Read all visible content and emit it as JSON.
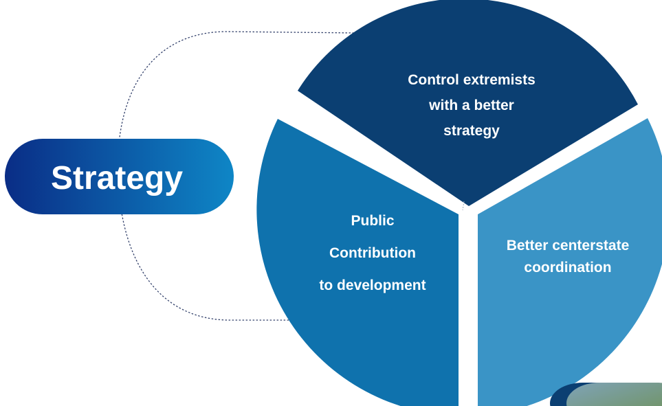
{
  "title_pill": {
    "label": "Strategy"
  },
  "segments": [
    {
      "id": "top",
      "lines": [
        "Control extremists",
        "with a better",
        "strategy"
      ],
      "color": "#0b3f72"
    },
    {
      "id": "left",
      "lines": [
        "Public",
        "Contribution",
        "to development"
      ],
      "color": "#0f72ad"
    },
    {
      "id": "right",
      "lines": [
        "Better centerstate",
        "coordination"
      ],
      "color": "#3a94c6"
    }
  ],
  "colors": {
    "pill_gradient_start": "#0a2d86",
    "pill_gradient_end": "#0e86c6",
    "connector": "#33416b"
  }
}
